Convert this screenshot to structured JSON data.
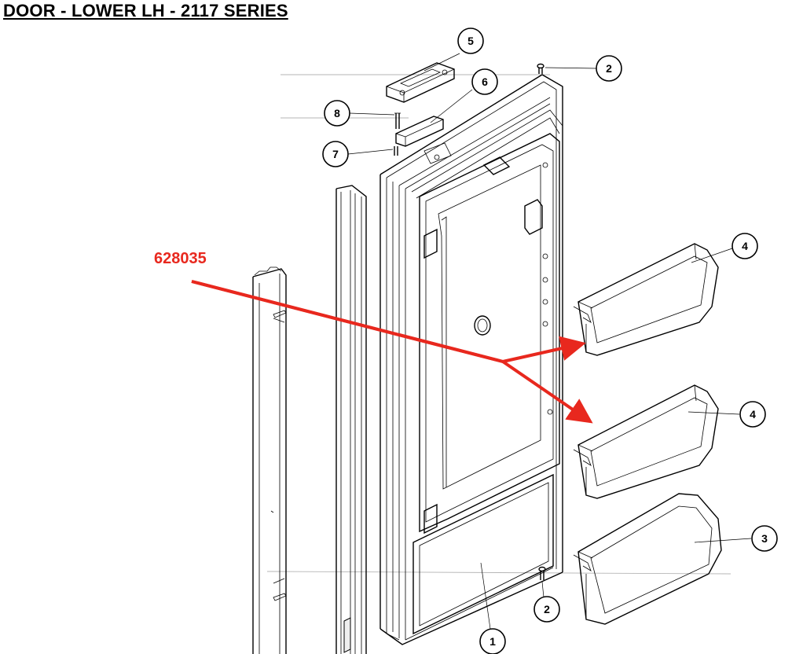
{
  "title": "DOOR - LOWER LH - 2117 SERIES",
  "part_number": "628035",
  "accent_color": "#e8281e",
  "callouts": [
    {
      "label": "5"
    },
    {
      "label": "2"
    },
    {
      "label": "6"
    },
    {
      "label": "8"
    },
    {
      "label": "7"
    },
    {
      "label": "4"
    },
    {
      "label": "4"
    },
    {
      "label": "3"
    },
    {
      "label": "2"
    },
    {
      "label": "1"
    }
  ]
}
